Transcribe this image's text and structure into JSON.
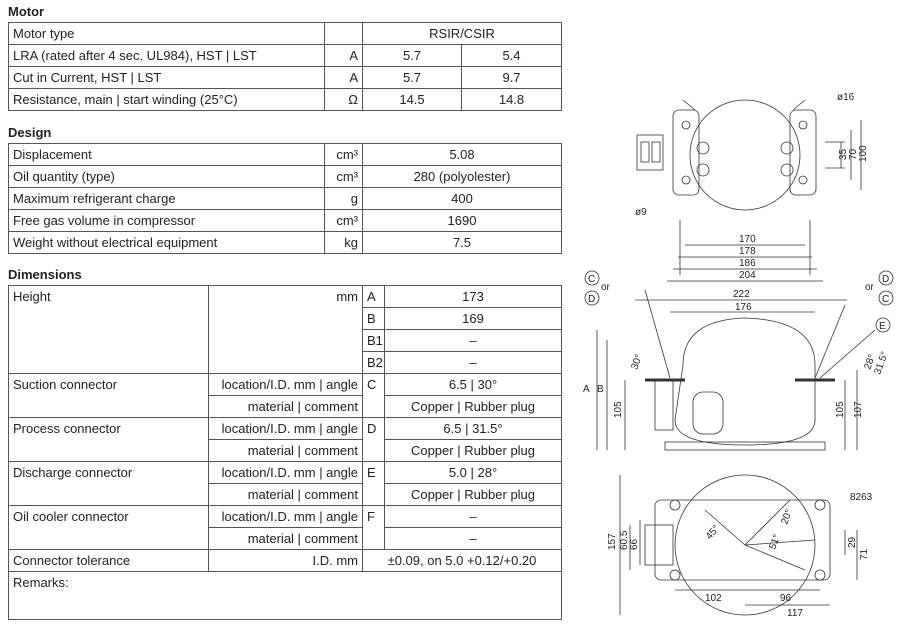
{
  "motor": {
    "title": "Motor",
    "rows": [
      {
        "label": "Motor type",
        "unit": "",
        "merged": "RSIR/CSIR"
      },
      {
        "label": "LRA (rated after 4 sec. UL984), HST | LST",
        "unit": "A",
        "v1": "5.7",
        "v2": "5.4"
      },
      {
        "label": "Cut in Current, HST | LST",
        "unit": "A",
        "v1": "5.7",
        "v2": "9.7"
      },
      {
        "label": "Resistance, main | start winding (25°C)",
        "unit": "Ω",
        "v1": "14.5",
        "v2": "14.8"
      }
    ]
  },
  "design": {
    "title": "Design",
    "rows": [
      {
        "label": "Displacement",
        "unit": "cm³",
        "value": "5.08"
      },
      {
        "label": "Oil quantity (type)",
        "unit": "cm³",
        "value": "280 (polyolester)"
      },
      {
        "label": "Maximum refrigerant charge",
        "unit": "g",
        "value": "400"
      },
      {
        "label": "Free gas volume in compressor",
        "unit": "cm³",
        "value": "1690"
      },
      {
        "label": "Weight without electrical equipment",
        "unit": "kg",
        "value": "7.5"
      }
    ]
  },
  "dimensions": {
    "title": "Dimensions",
    "height_label": "Height",
    "height_unit": "mm",
    "height_rows": [
      {
        "code": "A",
        "value": "173"
      },
      {
        "code": "B",
        "value": "169"
      },
      {
        "code": "B1",
        "value": "–"
      },
      {
        "code": "B2",
        "value": "–"
      }
    ],
    "connectors": [
      {
        "label": "Suction connector",
        "desc1": "location/I.D. mm | angle",
        "code": "C",
        "v1": "6.5 | 30°",
        "desc2": "material | comment",
        "v2": "Copper | Rubber plug"
      },
      {
        "label": "Process connector",
        "desc1": "location/I.D. mm | angle",
        "code": "D",
        "v1": "6.5 | 31.5°",
        "desc2": "material | comment",
        "v2": "Copper | Rubber plug"
      },
      {
        "label": "Discharge connector",
        "desc1": "location/I.D. mm | angle",
        "code": "E",
        "v1": "5.0 | 28°",
        "desc2": "material | comment",
        "v2": "Copper | Rubber plug"
      },
      {
        "label": "Oil cooler connector",
        "desc1": "location/I.D. mm | angle",
        "code": "F",
        "v1": "–",
        "desc2": "material | comment",
        "v2": "–"
      }
    ],
    "tolerance": {
      "label": "Connector tolerance",
      "unit": "I.D. mm",
      "value": "±0.09, on 5.0 +0.12/+0.20"
    },
    "remarks_label": "Remarks:"
  },
  "drawing": {
    "top": {
      "d16": "ø16",
      "d9": "ø9",
      "d35": "35",
      "d70": "70",
      "d100": "100",
      "w170": "170",
      "w178": "178",
      "w186": "186",
      "w204": "204"
    },
    "side": {
      "c": "C",
      "d": "D",
      "e": "E",
      "or": "or",
      "w222": "222",
      "w176": "176",
      "a": "A",
      "b": "B",
      "h105l": "105",
      "h105r": "105",
      "h107": "107",
      "ang30": "30°",
      "ang315": "31.5°",
      "ang28": "28°"
    },
    "bottom": {
      "code": "8263",
      "h157": "157",
      "h605": "60.5",
      "h66": "66",
      "h29": "29",
      "h71": "71",
      "ang45": "45°",
      "ang51": "51°",
      "ang20": "20°",
      "w102": "102",
      "w96": "96",
      "w117": "117"
    }
  }
}
